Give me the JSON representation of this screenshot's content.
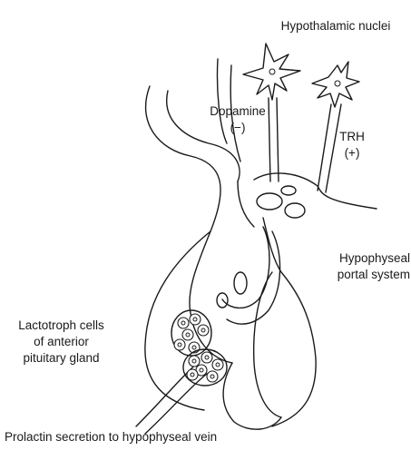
{
  "labels": {
    "hypothalamic_nuclei": "Hypothalamic nuclei",
    "dopamine": "Dopamine",
    "dopamine_sign": "(−)",
    "trh": "TRH",
    "trh_sign": "(+)",
    "portal_line1": "Hypophyseal",
    "portal_line2": "portal system",
    "lacto_line1": "Lactotroph cells",
    "lacto_line2": "of anterior",
    "lacto_line3": "pituitary gland",
    "prolactin": "Prolactin secretion to hypophyseal vein"
  },
  "colors": {
    "ink": "#1a1a1a",
    "background": "#ffffff"
  }
}
